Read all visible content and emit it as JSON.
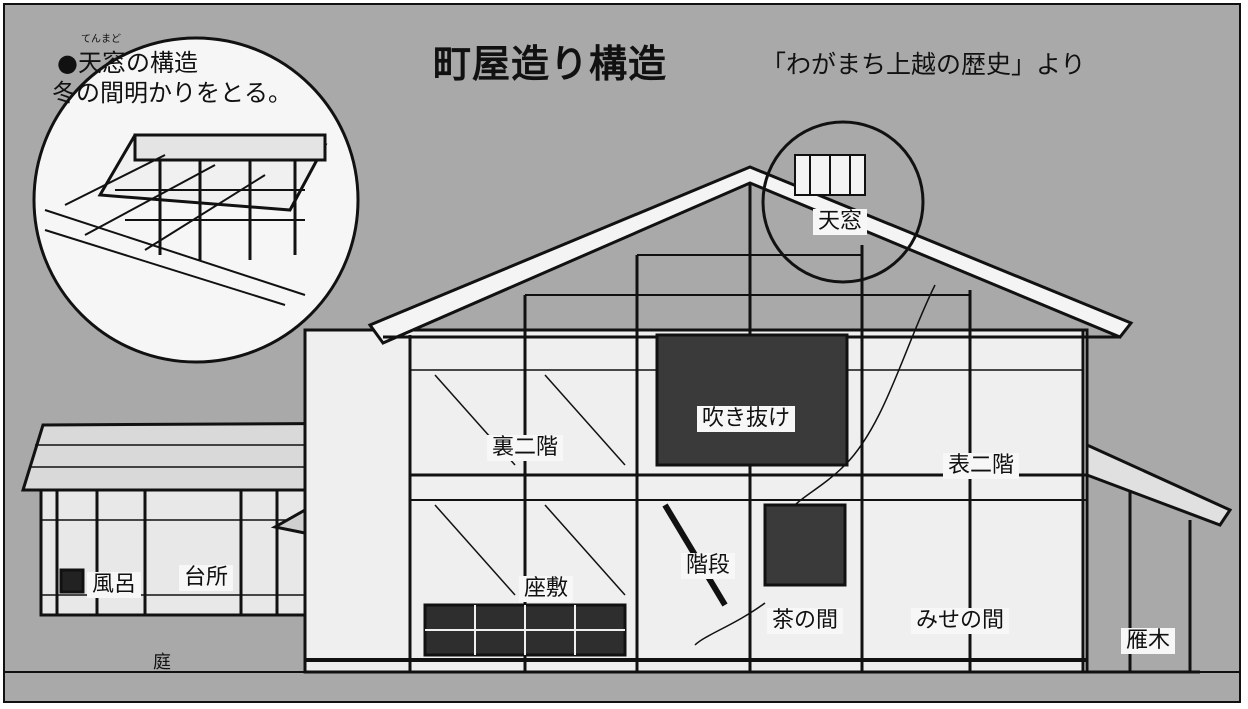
{
  "title": "町屋造り構造",
  "source": "「わがまち上越の歴史」より",
  "inset": {
    "heading": "●天窓の構造",
    "ruby": "てんまど",
    "note": "冬の間明かりをとる。"
  },
  "labels": {
    "tenmado": "天窓",
    "fukinuke": "吹き抜け",
    "ura_nikai": "裏二階",
    "omote_nikai": "表二階",
    "kaidan": "階段",
    "zashiki": "座敷",
    "cha_no_ma": "茶の間",
    "mise_no_ma": "みせの間",
    "gangi": "雁木",
    "furo": "風呂",
    "daidokoro": "台所",
    "niwa": "庭"
  },
  "colors": {
    "background": "#a9a9a9",
    "line": "#111111",
    "paper": "#f7f7f7"
  }
}
